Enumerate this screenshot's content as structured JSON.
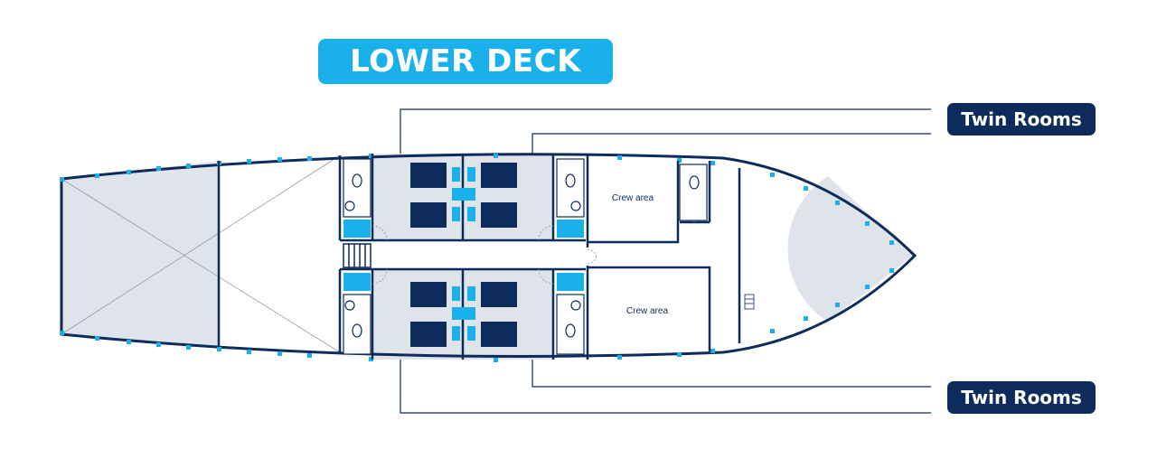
{
  "deck_title": "LOWER DECK",
  "callouts": {
    "top_label": "Twin Rooms",
    "bottom_label": "Twin Rooms"
  },
  "areas": {
    "crew_area_top": "Crew area",
    "crew_area_bottom": "Crew area"
  },
  "colors": {
    "navy": "#0d2c5b",
    "accent": "#1ab0ea",
    "fill": "#dfe3ea"
  }
}
